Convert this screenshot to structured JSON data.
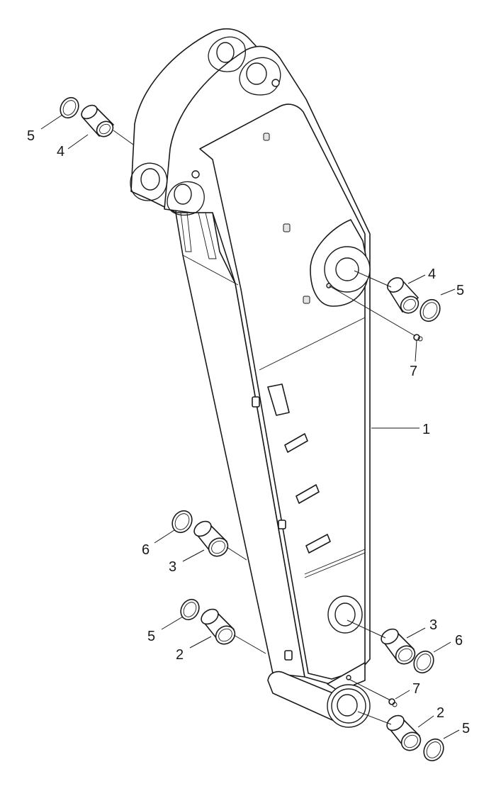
{
  "callouts": {
    "c1": "1",
    "c2a": "2",
    "c2b": "2",
    "c3a": "3",
    "c3b": "3",
    "c4a": "4",
    "c4b": "4",
    "c5a": "5",
    "c5b": "5",
    "c5c": "5",
    "c5d": "5",
    "c6a": "6",
    "c6b": "6",
    "c7a": "7",
    "c7b": "7"
  },
  "colors": {
    "line": "#1a1a1a",
    "background": "#ffffff"
  }
}
